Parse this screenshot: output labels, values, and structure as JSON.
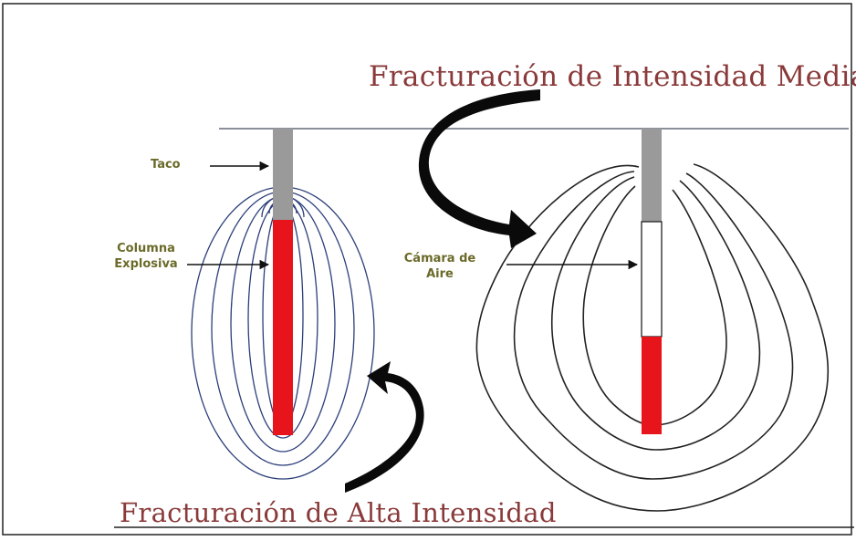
{
  "titles": {
    "top": "Fracturación de Intensidad Media",
    "bottom": "Fracturación de Alta Intensidad"
  },
  "labels": {
    "taco": "Taco",
    "columna_line1": "Columna",
    "columna_line2": "Explosiva",
    "camara_line1": "Cámara de",
    "camara_line2": "Aire"
  },
  "colors": {
    "stemming": "#9a9a9a",
    "explosive": "#e8141c",
    "blue_fracture": "#2c3e7a",
    "black_fracture": "#222222",
    "title_text": "#8a3a3a",
    "label_text": "#6b6a2a"
  }
}
